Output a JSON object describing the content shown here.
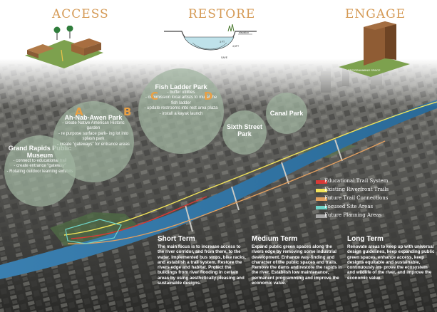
{
  "header": {
    "access_title": "ACCESS",
    "restore_title": "RESTORE",
    "engage_title": "ENGAGE",
    "restore_labels": [
      "elevation",
      "3 FT",
      "4,5FT",
      "SAVE"
    ],
    "engage_label": "PROGRAMMING SPACE"
  },
  "bubbles": {
    "museum": {
      "title": "Grand Rapids Public Museum",
      "lines": [
        "- connect to educational trail",
        "- create entrance “gateway”",
        "- Rotating outdoor learning exhibits"
      ]
    },
    "ahnab": {
      "title": "Ah-Nab-Awen Park",
      "lines": [
        "- create Native American Historic garden",
        "- re purpose surface park- ing lot into splash park",
        "- create “gateways” for entrance areas"
      ]
    },
    "fish": {
      "title": "Fish Ladder Park",
      "lines": [
        "- buffer utilities",
        "- commission local artists to mural the fish ladder",
        "- update restrooms into rest area plaza",
        "- install a kayak launch"
      ]
    },
    "sixth": {
      "title": "Sixth Street Park"
    },
    "canal": {
      "title": "Canal Park"
    }
  },
  "letters": [
    "A",
    "B",
    "C",
    "D"
  ],
  "legend": [
    {
      "label": "Educational Trail System",
      "color": "#d93a36"
    },
    {
      "label": "Existing Riverfront Trails",
      "color": "#f2e45a"
    },
    {
      "label": "Future Trail Connections",
      "color": "#e3a060"
    },
    {
      "label": "Focused Site Areas",
      "color": "#6fd4c8"
    },
    {
      "label": "Future Planning Areas",
      "color": "#a8a8a8"
    }
  ],
  "terms": {
    "short": {
      "title": "Short Term",
      "body": "The main focus is to increase access to the river corridor, and from there, to the water. Implemented bus stops, bike racks, and establish a trail system. Restore the rivers edge and habitat. Protect the buildings from river flooding in certain areas by using aesthetically pleasing and sustainable designs."
    },
    "medium": {
      "title": "Medium Term",
      "body": "Expand public green spaces along the rivers edge by removing some industrial development. Enhance way-finding and character of the public spaces and trails. Remove the dams and restore the rapids in the river. Establish low maintenance, permanent programming and improve the economic value."
    },
    "long": {
      "title": "Long Term",
      "body": "Renovate areas to keep up with universal design guidelines, keep expanding public green spaces, enhance access, keep designs equitable and sustainable, continuously im- prove the ecosystem and wildlife of the river, and improve the economic value."
    }
  },
  "colors": {
    "title_accent": "#d59a55",
    "letter_accent": "#e8a046",
    "bubble_fill": "#a0b4a0",
    "river": "#2e6f9e"
  }
}
